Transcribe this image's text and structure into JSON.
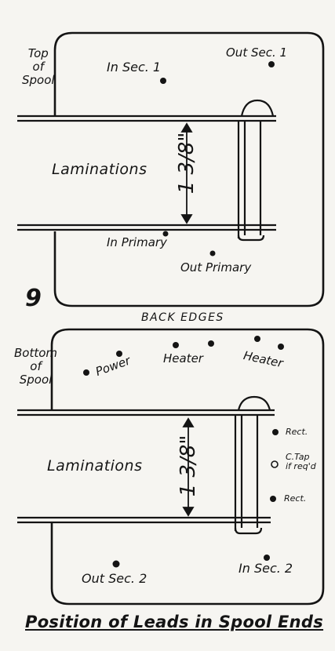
{
  "top_diagram": {
    "side_label": [
      "Top",
      "of",
      "Spool"
    ],
    "in_sec": "In Sec. 1",
    "out_sec": "Out Sec. 1",
    "laminations": "Laminations",
    "dimension": "1 3/8\"",
    "in_primary": "In Primary",
    "out_primary": "Out Primary",
    "figure_number": "9"
  },
  "divider_label": "BACK EDGES",
  "bottom_diagram": {
    "side_label": [
      "Bottom",
      "of",
      "Spool"
    ],
    "power": "Power",
    "heater_left": "Heater",
    "heater_right": "Heater",
    "laminations": "Laminations",
    "dimension": "1 3/8\"",
    "rect_top": "Rect.",
    "ctap_line1": "C.Tap",
    "ctap_line2": "if req'd",
    "rect_bottom": "Rect.",
    "out_sec": "Out Sec. 2",
    "in_sec": "In Sec. 2"
  },
  "caption": "Position of Leads in Spool Ends"
}
